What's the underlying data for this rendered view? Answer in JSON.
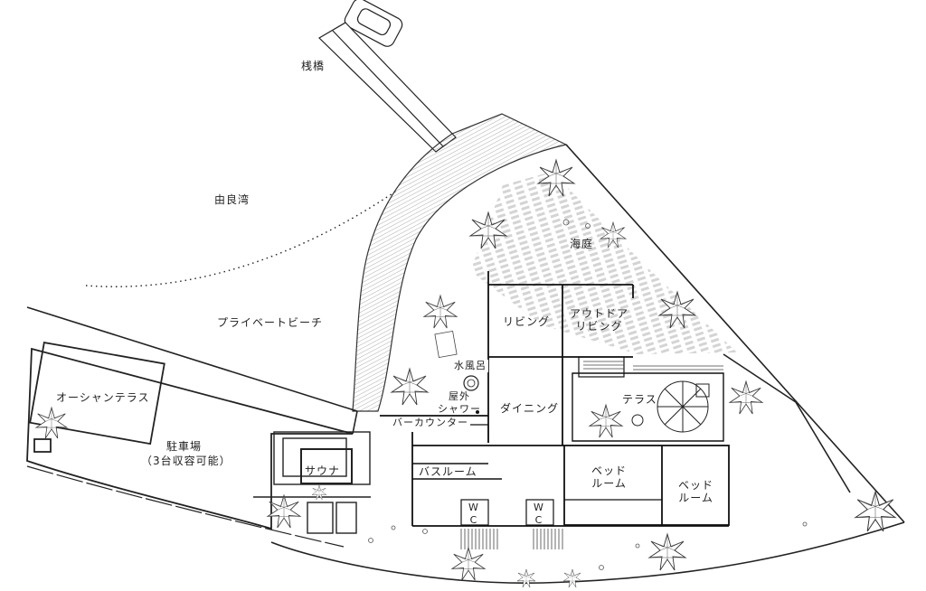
{
  "labels": {
    "pier": "桟橋",
    "bay": "由良湾",
    "private_beach": "プライベートビーチ",
    "sea_garden": "海庭",
    "living": "リビング",
    "outdoor_living_1": "アウトドア",
    "outdoor_living_2": "リビング",
    "open_bath": "水風呂",
    "outdoor_shower_1": "屋外",
    "outdoor_shower_2": "シャワー",
    "dining": "ダイニング",
    "terrace": "テラス",
    "bar_counter": "バーカウンター",
    "ocean_terrace": "オーシャンテラス",
    "parking": "駐車場",
    "parking_capacity": "（3台収容可能）",
    "sauna": "サウナ",
    "bathroom": "バスルーム",
    "bedroom1_1": "ベッド",
    "bedroom1_2": "ルーム",
    "bedroom2_1": "ベッド",
    "bedroom2_2": "ルーム",
    "wc1_w": "W",
    "wc1_c": "C",
    "wc2_w": "W",
    "wc2_c": "C"
  }
}
